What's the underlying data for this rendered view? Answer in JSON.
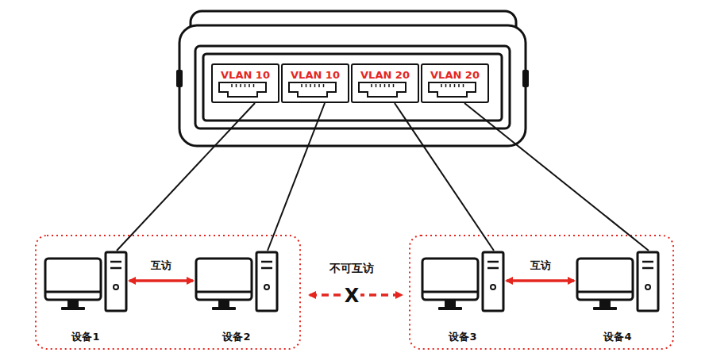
{
  "diagram": {
    "nodes": [
      {
        "text": [
          "VLAN 10"
        ]
      },
      {
        "text": [
          "VLAN 10"
        ]
      },
      {
        "text": [
          "VLAN 20"
        ]
      },
      {
        "text": [
          "VLAN 20"
        ]
      },
      {
        "text": [
          "设备1"
        ]
      },
      {
        "text": [
          "设备2"
        ]
      },
      {
        "text": [
          "设备3"
        ]
      },
      {
        "text": [
          "设备4"
        ]
      }
    ],
    "edges": [
      {
        "from": 0,
        "to": 4,
        "arrow": "none"
      },
      {
        "from": 1,
        "to": 5,
        "arrow": "none"
      },
      {
        "from": 2,
        "to": 6,
        "arrow": "none"
      },
      {
        "from": 3,
        "to": 7,
        "arrow": "none"
      },
      {
        "from": 4,
        "to": 5,
        "label": "互访",
        "arrow": "both"
      },
      {
        "from": 6,
        "to": 7,
        "label": "互访",
        "arrow": "both"
      }
    ],
    "labels": [
      "不可互访",
      "X"
    ]
  }
}
